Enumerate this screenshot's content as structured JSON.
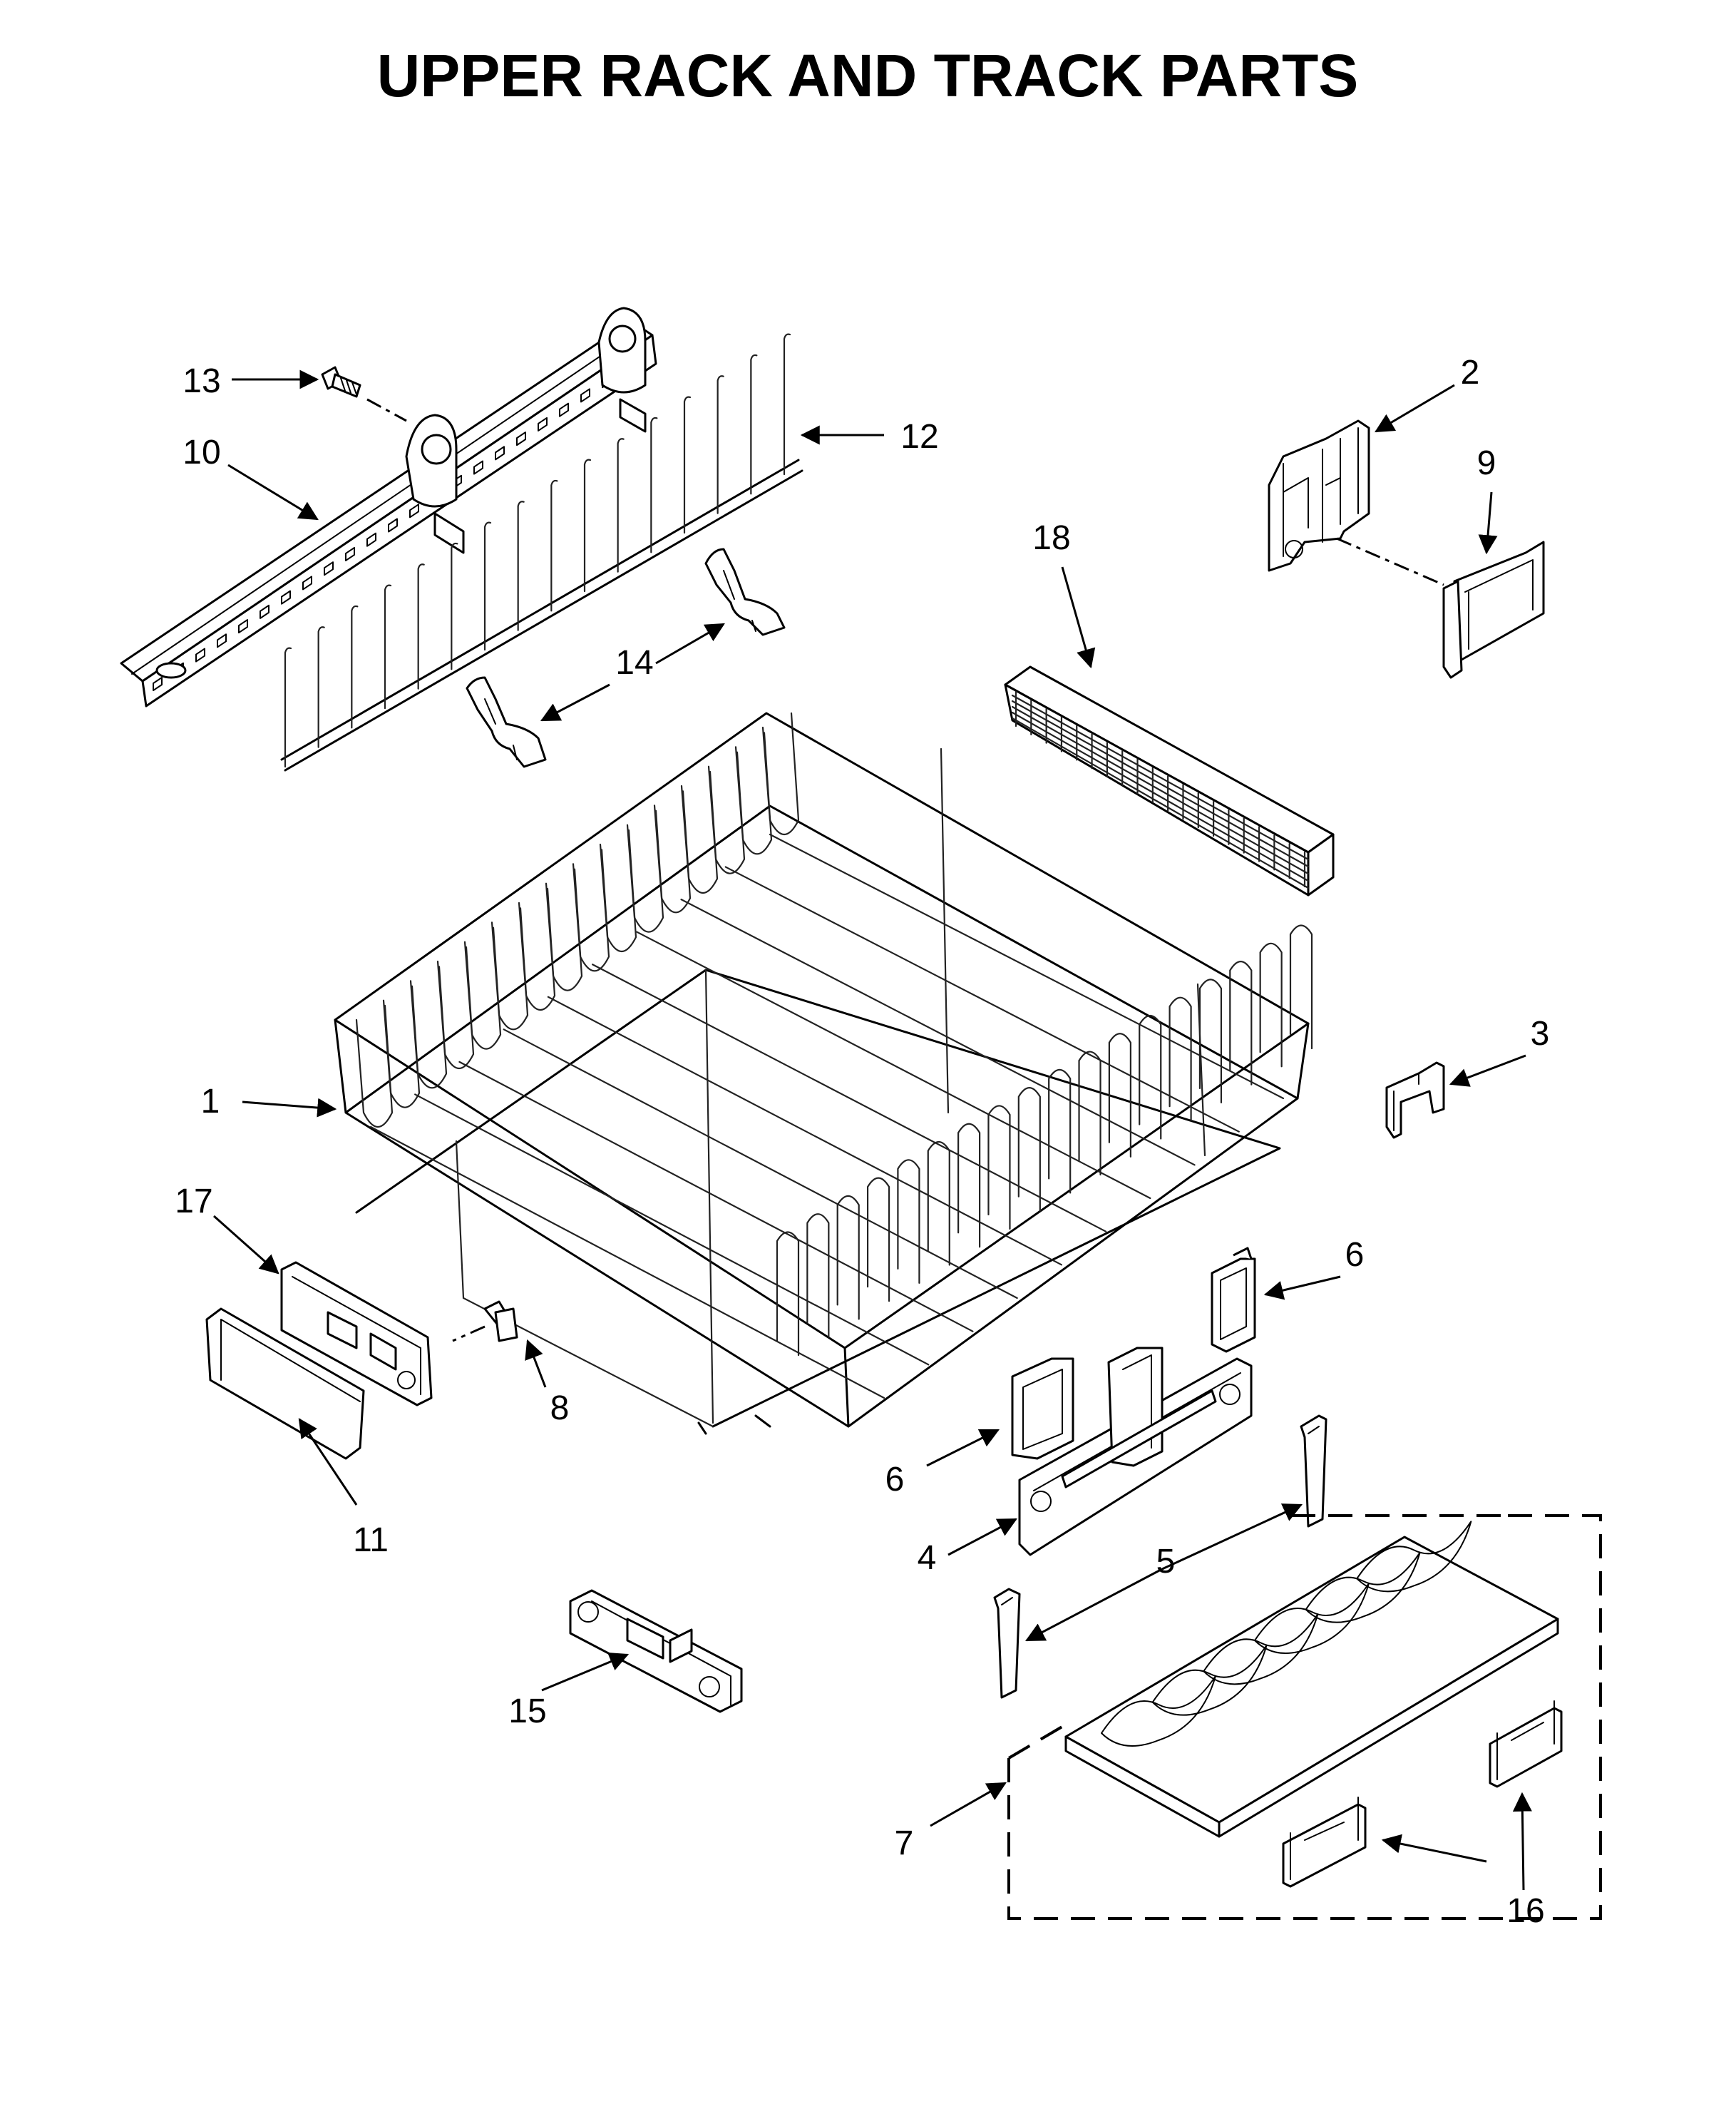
{
  "title": "UPPER RACK AND TRACK PARTS",
  "callouts": {
    "c1": "1",
    "c2": "2",
    "c3": "3",
    "c4": "4",
    "c5": "5",
    "c6a": "6",
    "c6b": "6",
    "c7": "7",
    "c8": "8",
    "c9": "9",
    "c10": "10",
    "c11": "11",
    "c12": "12",
    "c13": "13",
    "c14": "14",
    "c15": "15",
    "c16": "16",
    "c17": "17",
    "c18": "18"
  }
}
